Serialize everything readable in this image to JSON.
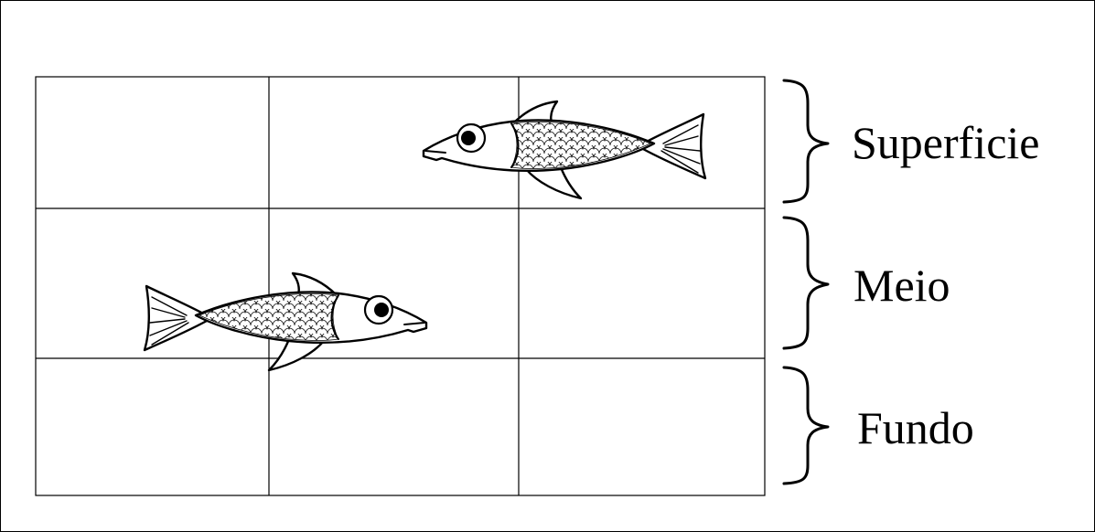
{
  "zones": [
    {
      "label": "Superficie"
    },
    {
      "label": "Meio"
    },
    {
      "label": "Fundo"
    }
  ],
  "grid": {
    "rows": 3,
    "columns": 3
  },
  "fish": [
    {
      "name": "fish-surface",
      "row": 1,
      "facing": "left"
    },
    {
      "name": "fish-middle",
      "row": 2,
      "facing": "right"
    }
  ],
  "colors": {
    "line": "#000000",
    "background": "#ffffff"
  }
}
